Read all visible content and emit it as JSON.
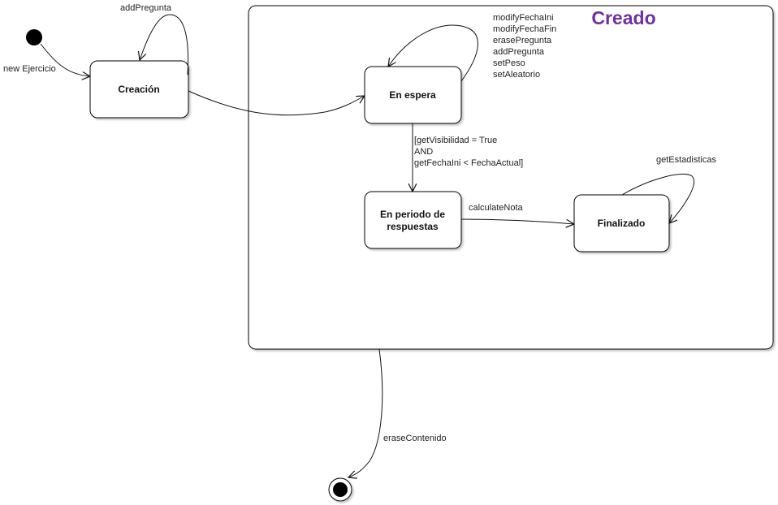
{
  "colors": {
    "title": "#7030a0",
    "stroke": "#000000",
    "fill": "#ffffff",
    "shadow": "#bbbbbb"
  },
  "composite": {
    "title": "Creado"
  },
  "states": {
    "creacion": "Creación",
    "en_espera": "En espera",
    "en_periodo": [
      "En periodo de",
      "respuestas"
    ],
    "finalizado": "Finalizado"
  },
  "transitions": {
    "new_ejercicio": "new Ejercicio",
    "add_pregunta_loop": "addPregunta",
    "espera_loop": [
      "modifyFechaIni",
      "modifyFechaFin",
      "erasePregunta",
      "addPregunta",
      "setPeso",
      "setAleatorio"
    ],
    "guard": [
      "[getVisibilidad = True",
      "AND",
      "getFechaIni < FechaActual]"
    ],
    "calculate_nota": "calculateNota",
    "get_estadisticas": "getEstadisticas",
    "erase_contenido": "eraseContenido"
  }
}
